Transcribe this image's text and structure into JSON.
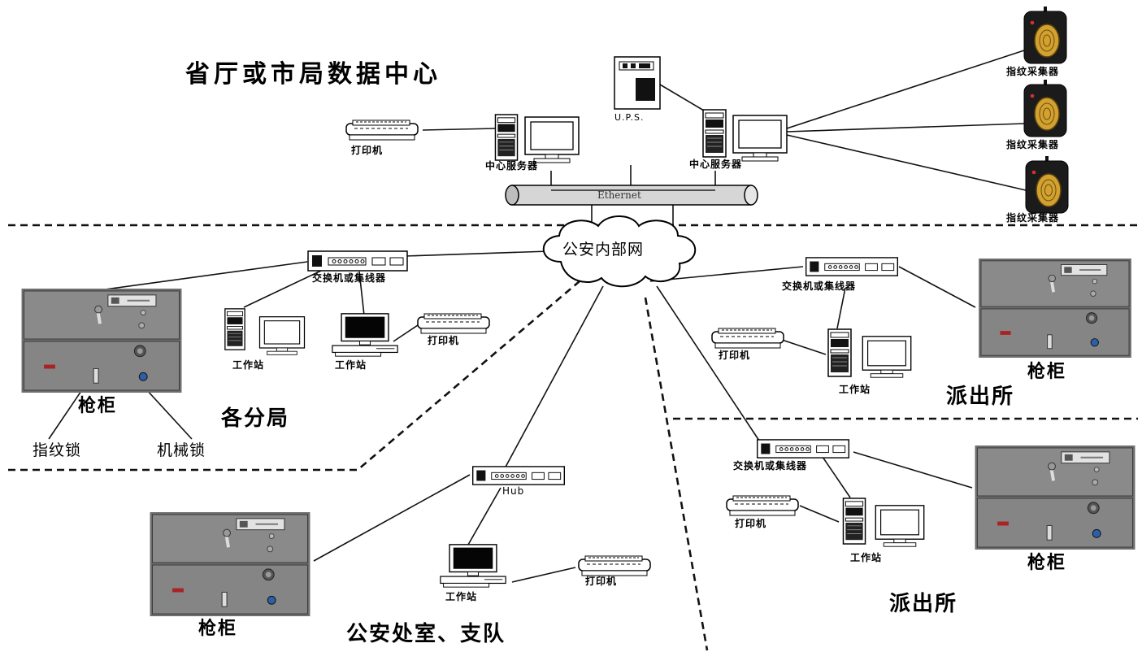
{
  "title": "省厅或市局数据中心",
  "center": {
    "printer": "打印机",
    "server_left": "中心服务器",
    "server_right": "中心服务器",
    "ups": "U.P.S.",
    "ethernet": "Ethernet",
    "fingerprint_collectors": [
      "指纹采集器",
      "指纹采集器",
      "指纹采集器"
    ]
  },
  "cloud": "公安内部网",
  "branch": {
    "region": "各分局",
    "switch": "交换机或集线器",
    "workstation_1": "工作站",
    "workstation_2": "工作站",
    "printer": "打印机",
    "cabinet": "枪柜",
    "fingerprint_lock": "指纹锁",
    "mechanical_lock": "机械锁"
  },
  "division": {
    "region": "公安处室、支队",
    "hub": "Hub",
    "workstation": "工作站",
    "printer": "打印机",
    "cabinet": "枪柜"
  },
  "station_1": {
    "region": "派出所",
    "switch": "交换机或集线器",
    "printer": "打印机",
    "workstation": "工作站",
    "cabinet": "枪柜"
  },
  "station_2": {
    "region": "派出所",
    "switch": "交换机或集线器",
    "printer": "打印机",
    "workstation": "工作站",
    "cabinet": "枪柜"
  }
}
